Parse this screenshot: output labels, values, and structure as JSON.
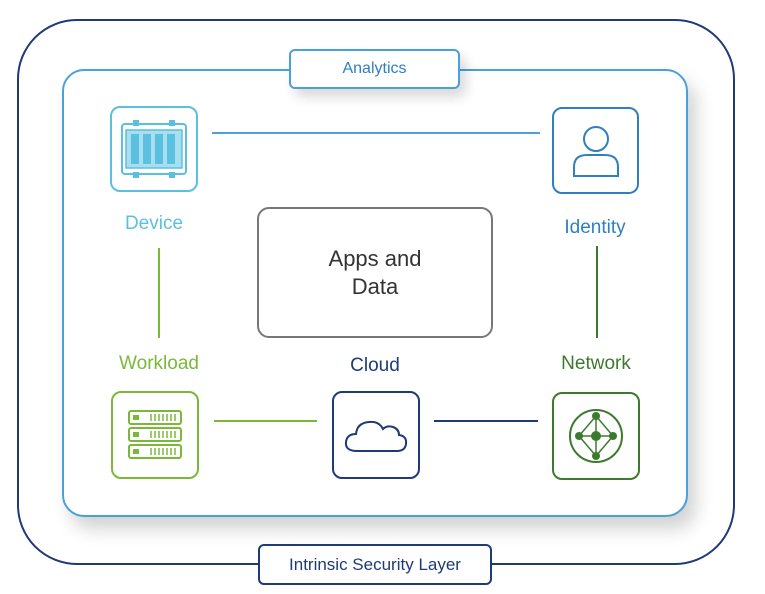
{
  "diagram": {
    "analytics_label": "Analytics",
    "security_layer_label": "Intrinsic Security Layer",
    "center": {
      "line1": "Apps and",
      "line2": "Data"
    },
    "nodes": {
      "device": {
        "label": "Device",
        "icon": "device-icon",
        "color": "#5bc0e0"
      },
      "identity": {
        "label": "Identity",
        "icon": "user-icon",
        "color": "#2f7fc1"
      },
      "workload": {
        "label": "Workload",
        "icon": "server-icon",
        "color": "#7bb83a"
      },
      "cloud": {
        "label": "Cloud",
        "icon": "cloud-icon",
        "color": "#1f3a78"
      },
      "network": {
        "label": "Network",
        "icon": "network-icon",
        "color": "#3c7a2e"
      }
    }
  }
}
